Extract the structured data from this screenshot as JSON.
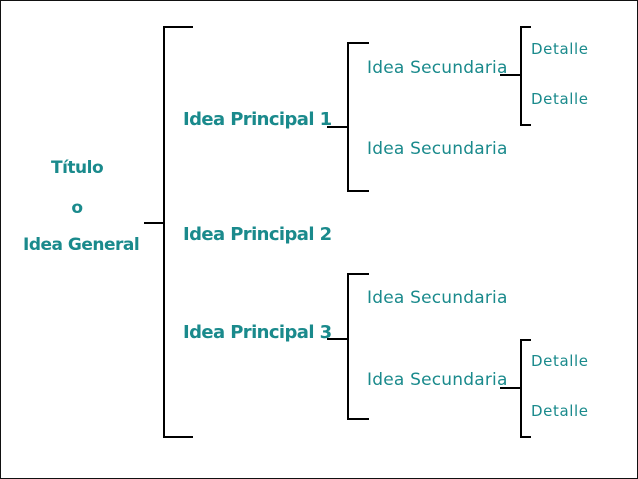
{
  "colors": {
    "text": "#1a8a8c",
    "lines": "#000000",
    "background": "#ffffff"
  },
  "title": {
    "line1": "Título",
    "line2": "o",
    "line3": "Idea General"
  },
  "principal": [
    {
      "label": "Idea Principal 1"
    },
    {
      "label": "Idea Principal 2"
    },
    {
      "label": "Idea Principal 3"
    }
  ],
  "secundaria": [
    {
      "label": "Idea Secundaria"
    },
    {
      "label": "Idea Secundaria"
    },
    {
      "label": "Idea Secundaria"
    },
    {
      "label": "Idea Secundaria"
    }
  ],
  "detalle": [
    {
      "label": "Detalle"
    },
    {
      "label": "Detalle"
    },
    {
      "label": "Detalle"
    },
    {
      "label": "Detalle"
    }
  ]
}
